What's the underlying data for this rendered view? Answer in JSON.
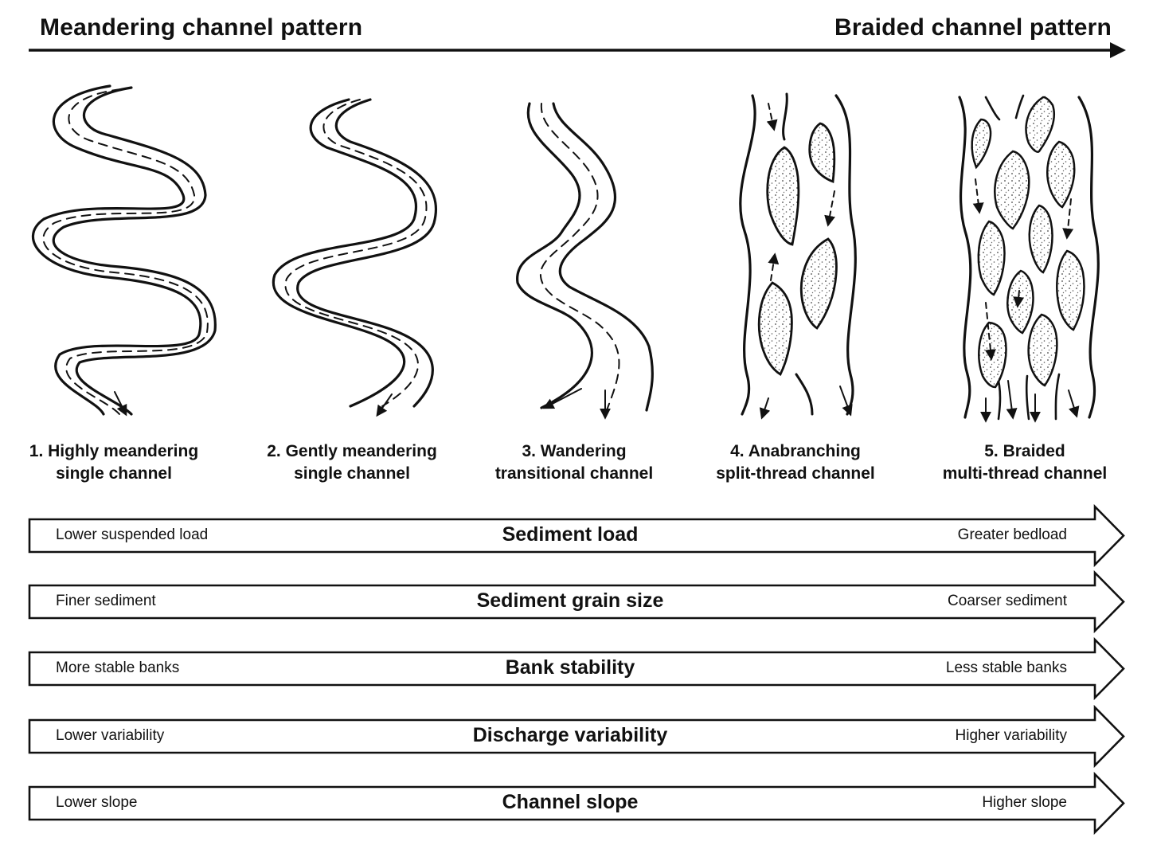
{
  "header": {
    "left": "Meandering channel pattern",
    "right": "Braided channel pattern"
  },
  "patterns": [
    {
      "line1": "1. Highly meandering",
      "line2": "single channel"
    },
    {
      "line1": "2. Gently meandering",
      "line2": "single channel"
    },
    {
      "line1": "3. Wandering",
      "line2": "transitional channel"
    },
    {
      "line1": "4. Anabranching",
      "line2": "split-thread channel"
    },
    {
      "line1": "5. Braided",
      "line2": "multi-thread channel"
    }
  ],
  "bands": [
    {
      "left": "Lower suspended load",
      "title": "Sediment load",
      "right": "Greater bedload"
    },
    {
      "left": "Finer sediment",
      "title": "Sediment grain size",
      "right": "Coarser sediment"
    },
    {
      "left": "More stable banks",
      "title": "Bank stability",
      "right": "Less stable banks"
    },
    {
      "left": "Lower variability",
      "title": "Discharge variability",
      "right": "Higher variability"
    },
    {
      "left": "Lower slope",
      "title": "Channel slope",
      "right": "Higher slope"
    }
  ],
  "colors": {
    "ink": "#111111",
    "bar_fill": "#dcdcdc",
    "background": "#ffffff"
  }
}
